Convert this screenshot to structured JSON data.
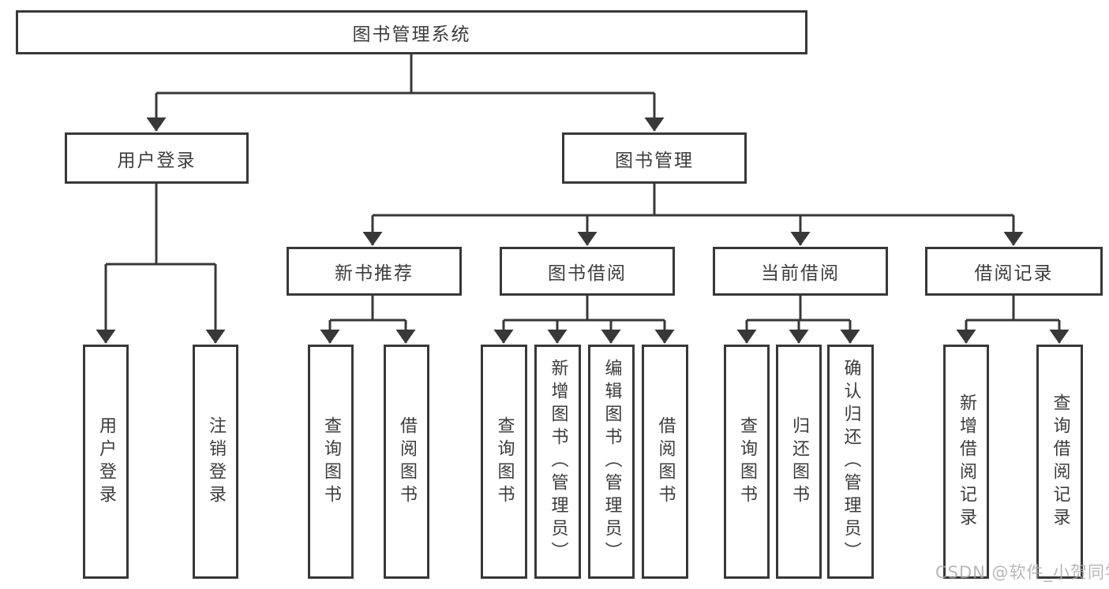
{
  "nodes": {
    "root": {
      "label": "图书管理系统"
    },
    "user_login": {
      "label": "用户登录"
    },
    "book_mgmt": {
      "label": "图书管理"
    },
    "new_book": {
      "label": "新书推荐"
    },
    "book_borrow": {
      "label": "图书借阅"
    },
    "current_borrow": {
      "label": "当前借阅"
    },
    "borrow_record": {
      "label": "借阅记录"
    },
    "ul_login": {
      "label": "用户登录"
    },
    "ul_logout": {
      "label": "注销登录"
    },
    "nb_query": {
      "label": "查询图书"
    },
    "nb_borrow": {
      "label": "借阅图书"
    },
    "bb_query": {
      "label": "查询图书"
    },
    "bb_add": {
      "label": "新增图书（管理员）"
    },
    "bb_edit": {
      "label": "编辑图书（管理员）"
    },
    "bb_borrow": {
      "label": "借阅图书"
    },
    "cb_query": {
      "label": "查询图书"
    },
    "cb_return": {
      "label": "归还图书"
    },
    "cb_confirm": {
      "label": "确认归还（管理员）"
    },
    "br_add": {
      "label": "新增借阅记录"
    },
    "br_query": {
      "label": "查询借阅记录"
    }
  },
  "edges": [
    [
      "root",
      "user_login"
    ],
    [
      "root",
      "book_mgmt"
    ],
    [
      "user_login",
      "ul_login"
    ],
    [
      "user_login",
      "ul_logout"
    ],
    [
      "book_mgmt",
      "new_book"
    ],
    [
      "book_mgmt",
      "book_borrow"
    ],
    [
      "book_mgmt",
      "current_borrow"
    ],
    [
      "book_mgmt",
      "borrow_record"
    ],
    [
      "new_book",
      "nb_query"
    ],
    [
      "new_book",
      "nb_borrow"
    ],
    [
      "book_borrow",
      "bb_query"
    ],
    [
      "book_borrow",
      "bb_add"
    ],
    [
      "book_borrow",
      "bb_edit"
    ],
    [
      "book_borrow",
      "bb_borrow"
    ],
    [
      "current_borrow",
      "cb_query"
    ],
    [
      "current_borrow",
      "cb_return"
    ],
    [
      "current_borrow",
      "cb_confirm"
    ],
    [
      "borrow_record",
      "br_add"
    ],
    [
      "borrow_record",
      "br_query"
    ]
  ],
  "watermark": {
    "text": "CSDN @软件_小贺同学"
  },
  "colors": {
    "line": "#383838",
    "box_border": "#383838",
    "text": "#3c3c3c",
    "watermark": "#ababab",
    "background": "#ffffff"
  }
}
